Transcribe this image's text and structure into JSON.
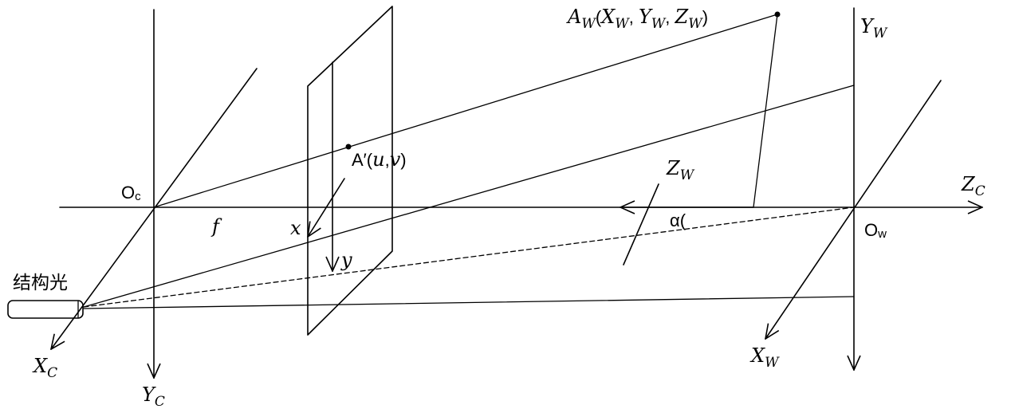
{
  "labels": {
    "point_world": {
      "base": "A",
      "sub": "W",
      "open": "(",
      "x": "X",
      "x_sub": "W",
      "comma1": ", ",
      "y": "Y",
      "y_sub": "W",
      "comma2": ", ",
      "z": "Z",
      "z_sub": "W",
      "close": ")"
    },
    "point_image": {
      "prime": "A′(",
      "u": "u",
      "comma": ",",
      "v": "v",
      "close": ")"
    },
    "camera_origin": {
      "base": "O",
      "sub": "c"
    },
    "world_origin": {
      "base": "O",
      "sub": "w"
    },
    "focal_length": "f",
    "image_x": "x",
    "image_y": "y",
    "angle": "α(",
    "axis_yw": {
      "base": "Y",
      "sub": "W"
    },
    "axis_zw": {
      "base": "Z",
      "sub": "W"
    },
    "axis_zc": {
      "base": "Z",
      "sub": "C"
    },
    "axis_xc": {
      "base": "X",
      "sub": "C"
    },
    "axis_yc": {
      "base": "Y",
      "sub": "C"
    },
    "axis_xw": {
      "base": "X",
      "sub": "W"
    },
    "light_source": "结构光"
  },
  "colors": {
    "stroke": "#000000",
    "background": "#ffffff"
  }
}
